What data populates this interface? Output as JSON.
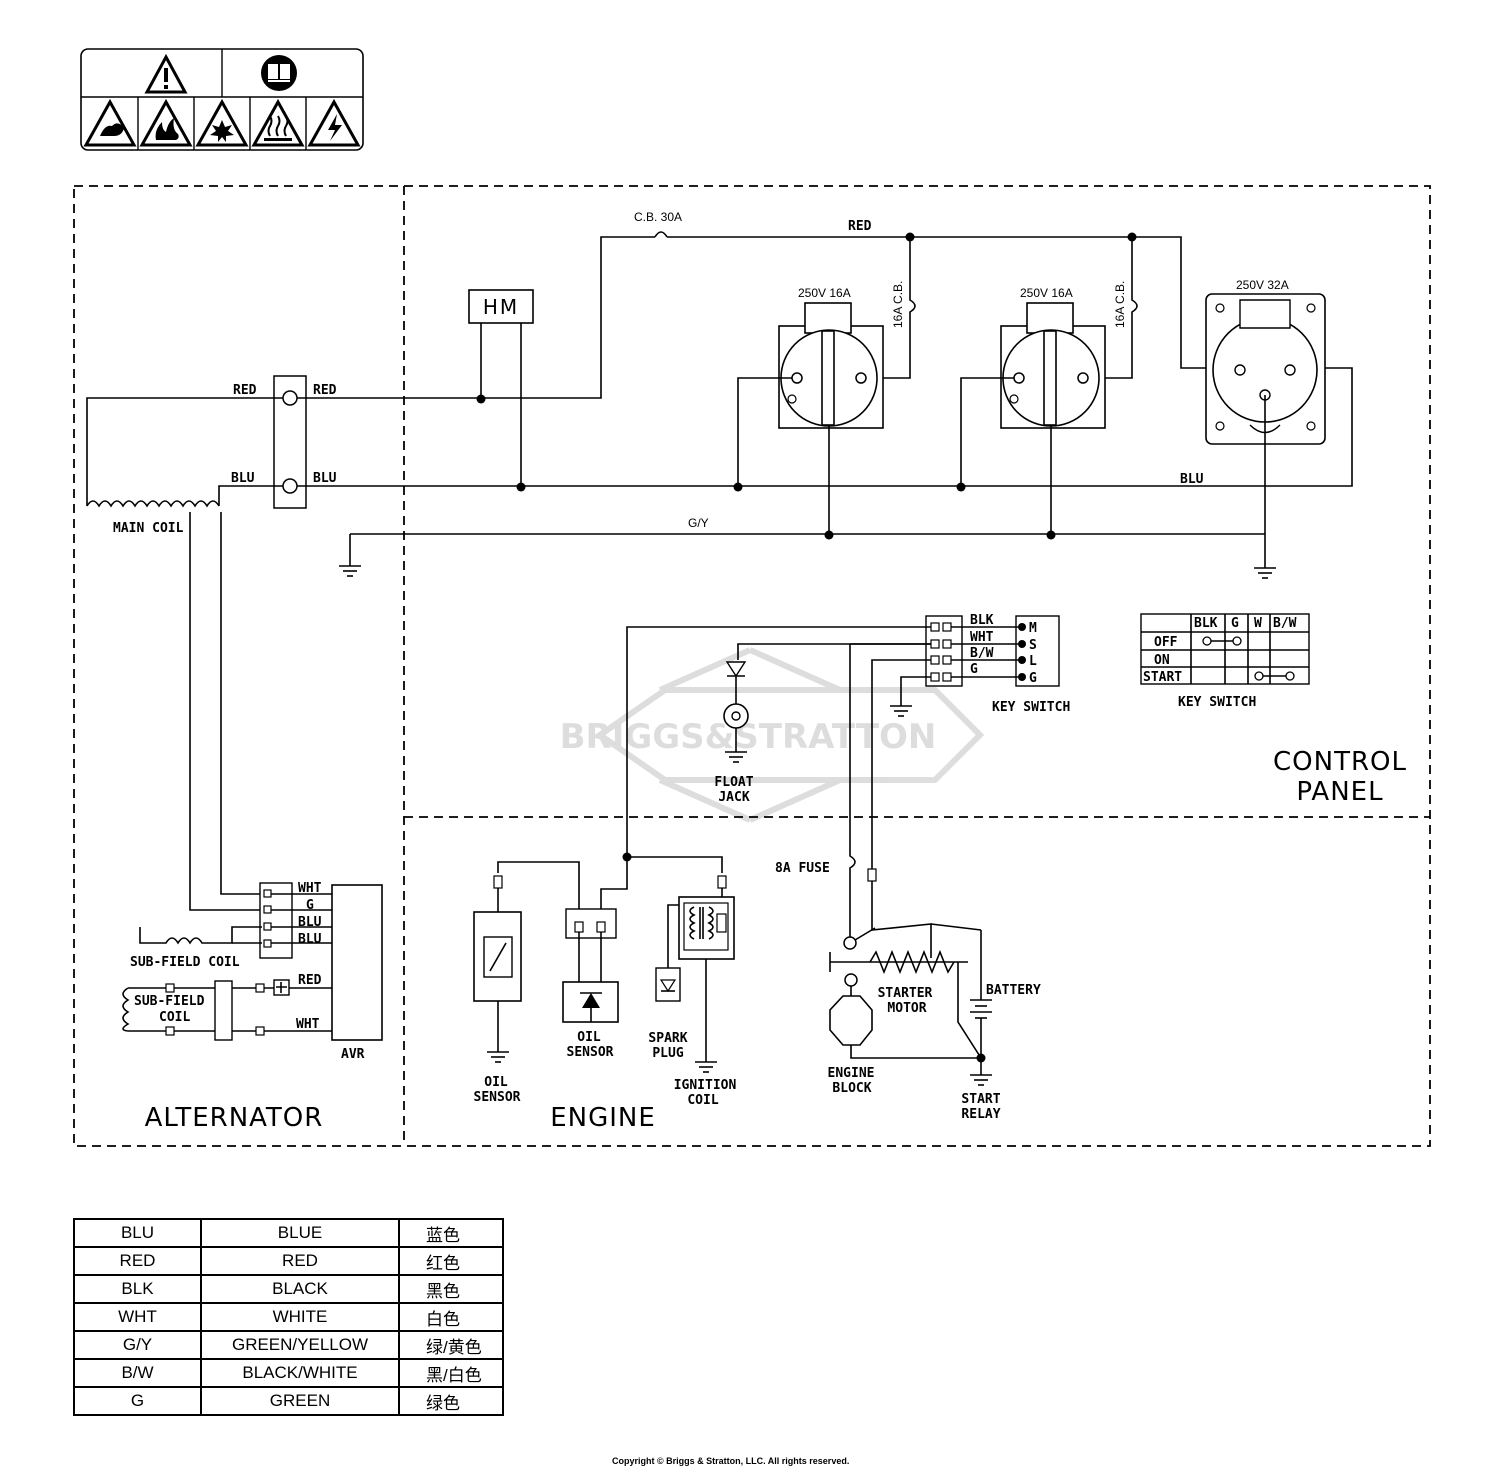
{
  "warning_label": {
    "icons": [
      "warning-triangle-icon",
      "read-manual-icon",
      "toxic-fumes-icon",
      "fire-icon",
      "explosion-icon",
      "hot-surface-icon",
      "electric-shock-icon"
    ]
  },
  "sections": {
    "alternator": "ALTERNATOR",
    "engine": "ENGINE",
    "control_panel_line1": "CONTROL",
    "control_panel_line2": "PANEL"
  },
  "wires": {
    "red_left": "RED",
    "red_right": "RED",
    "blu_left": "BLU",
    "blu_right": "BLU",
    "red_top": "RED",
    "blu_main": "BLU",
    "gy": "G/Y"
  },
  "breakers": {
    "main": "C.B. 30A",
    "cb1": "16A C.B.",
    "cb2": "16A C.B."
  },
  "outlets": {
    "o1": "250V 16A",
    "o2": "250V 16A",
    "o3": "250V 32A"
  },
  "hour_meter": "HM",
  "main_coil": "MAIN COIL",
  "avr": {
    "wht_top": "WHT",
    "g": "G",
    "blu1": "BLU",
    "blu2": "BLU",
    "red": "RED",
    "wht_bottom": "WHT",
    "label": "AVR"
  },
  "sub_field_1": "SUB-FIELD COIL",
  "sub_field_2_line1": "SUB-FIELD",
  "sub_field_2_line2": "COIL",
  "key_switch": {
    "label": "KEY SWITCH",
    "wire_labels": [
      "BLK",
      "WHT",
      "B/W",
      "G"
    ],
    "terminals": [
      "M",
      "S",
      "L",
      "G"
    ],
    "table_title": "KEY SWITCH",
    "table_headers": [
      "BLK",
      "G",
      "W",
      "B/W"
    ],
    "table_rows": [
      "OFF",
      "ON",
      "START"
    ]
  },
  "watermark": "BRIGGS&STRATTON",
  "float_jack": {
    "line1": "FLOAT",
    "line2": "JACK"
  },
  "engine_parts": {
    "oil_sensor_left_1": "OIL",
    "oil_sensor_left_2": "SENSOR",
    "oil_sensor_mid_1": "OIL",
    "oil_sensor_mid_2": "SENSOR",
    "spark_plug_1": "SPARK",
    "spark_plug_2": "PLUG",
    "ignition_coil_1": "IGNITION",
    "ignition_coil_2": "COIL",
    "fuse": "8A FUSE",
    "starter_motor_1": "STARTER",
    "starter_motor_2": "MOTOR",
    "battery": "BATTERY",
    "engine_block_1": "ENGINE",
    "engine_block_2": "BLOCK",
    "start_relay_1": "START",
    "start_relay_2": "RELAY"
  },
  "legend": [
    [
      "BLU",
      "BLUE",
      "蓝色"
    ],
    [
      "RED",
      "RED",
      "红色"
    ],
    [
      "BLK",
      "BLACK",
      "黑色"
    ],
    [
      "WHT",
      "WHITE",
      "白色"
    ],
    [
      "G/Y",
      "GREEN/YELLOW",
      "绿/黄色"
    ],
    [
      "B/W",
      "BLACK/WHITE",
      "黑/白色"
    ],
    [
      "G",
      "GREEN",
      "绿色"
    ]
  ],
  "copyright": "Copyright © Briggs & Stratton, LLC. All rights reserved."
}
